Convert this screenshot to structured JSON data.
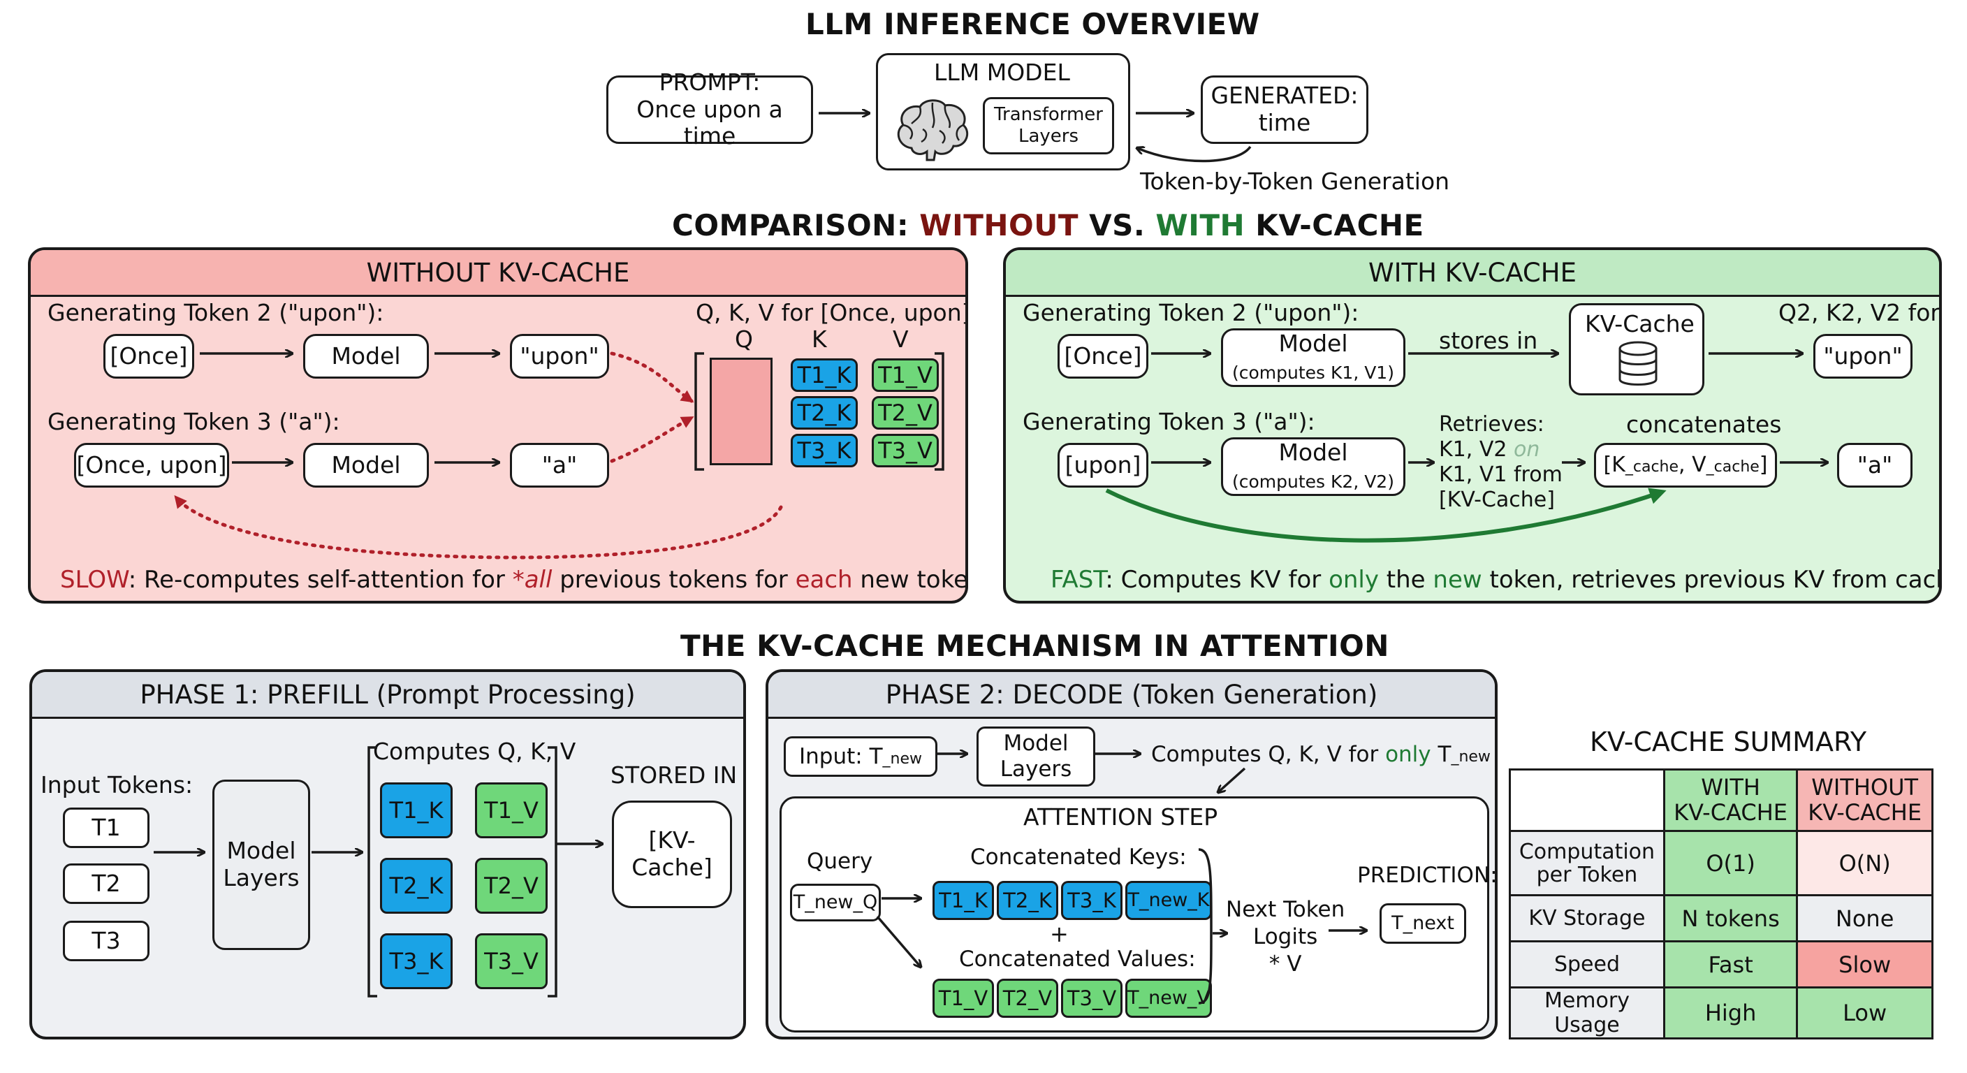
{
  "overview": {
    "title": "LLM INFERENCE OVERVIEW",
    "prompt_line1": "PROMPT:",
    "prompt_line2": "Once upon a time",
    "model_label": "LLM MODEL",
    "transformer_line1": "Transformer",
    "transformer_line2": "Layers",
    "generated_line1": "GENERATED:",
    "generated_line2": "time",
    "loop_label": "Token-by-Token Generation"
  },
  "comparison": {
    "title_prefix": "COMPARISON: ",
    "title_without": "WITHOUT",
    "title_vs": " VS. ",
    "title_with": "WITH",
    "title_suffix": " KV-CACHE",
    "without": {
      "header": "WITHOUT KV-CACHE",
      "gen2_label": "Generating Token 2 (\"upon\"):",
      "gen3_label": "Generating Token 3 (\"a\"):",
      "row1_input": "[Once]",
      "row1_model": "Model",
      "row1_output": "\"upon\"",
      "row2_input": "[Once, upon]",
      "row2_model": "Model",
      "row2_output": "\"a\"",
      "qkv_label": "Q, K, V for [Once, upon]",
      "col_q": "Q",
      "col_k": "K",
      "col_v": "V",
      "k_cells": [
        "T1_K",
        "T2_K",
        "T3_K"
      ],
      "v_cells": [
        "T1_V",
        "T2_V",
        "T3_V"
      ],
      "footer_slow": "SLOW",
      "footer_1": ": Re-computes self-attention for ",
      "footer_all": "*all",
      "footer_2": " previous tokens for ",
      "footer_each": "each",
      "footer_3": " new token!"
    },
    "with": {
      "header": "WITH KV-CACHE",
      "gen2_label": "Generating Token 2 (\"upon\"):",
      "gen3_label": "Generating Token 3 (\"a\"):",
      "row1_input": "[Once]",
      "row1_model": "Model",
      "row1_model_sub": "(computes K1, V1)",
      "stores_label": "stores in",
      "cache_label": "KV-Cache",
      "q2_label": "Q2, K2, V2 for",
      "row1_output": "\"upon\"",
      "row2_input": "[upon]",
      "row2_model": "Model",
      "row2_model_sub": "(computes K2, V2)",
      "retrieves_1": "Retrieves:",
      "retrieves_2": "K1, V2",
      "retrieves_on": " on",
      "retrieves_3": "K1, V1 from",
      "retrieves_4": "[KV-Cache]",
      "concat_label": "concatenates",
      "concat_box_a": "[K",
      "concat_box_sub1": "_cache",
      "concat_box_b": ", V",
      "concat_box_sub2": "_cache",
      "concat_box_c": "]",
      "row2_output": "\"a\"",
      "footer_fast": "FAST",
      "footer_1": ": Computes KV for ",
      "footer_only": "only",
      "footer_2": " the ",
      "footer_new": "new",
      "footer_3": " token, retrieves previous KV from cache!"
    }
  },
  "mechanism": {
    "title": "THE KV-CACHE MECHANISM IN ATTENTION",
    "prefill": {
      "header": "PHASE 1: PREFILL (Prompt Processing)",
      "input_label": "Input Tokens:",
      "tokens": [
        "T1",
        "T2",
        "T3"
      ],
      "model_line1": "Model",
      "model_line2": "Layers",
      "computes_label": "Computes Q, K, V",
      "k_cells": [
        "T1_K",
        "T2_K",
        "T3_K"
      ],
      "v_cells": [
        "T1_V",
        "T2_V",
        "T3_V"
      ],
      "stored_label": "STORED IN",
      "cache_line1": "[KV-",
      "cache_line2": "Cache]"
    },
    "decode": {
      "header": "PHASE 2: DECODE (Token Generation)",
      "input_a": "Input: T",
      "input_sub": "_new",
      "model_line1": "Model",
      "model_line2": "Layers",
      "computes_a": "Computes Q, K, V for ",
      "computes_only": "only",
      "computes_b": " T",
      "computes_sub": "_new",
      "attention_label": "ATTENTION STEP",
      "query_label": "Query",
      "query_box": "T_new_Q",
      "keys_label": "Concatenated Keys:",
      "keys": [
        "T1_K",
        "T2_K",
        "T3_K",
        "T_new_K"
      ],
      "plus": "+",
      "values_label": "Concatenated Values:",
      "values": [
        "T1_V",
        "T2_V",
        "T3_V",
        "T_new_V"
      ],
      "logits_line1": "Next Token",
      "logits_line2": "Logits",
      "logits_line3": "* V",
      "prediction_label": "PREDICTION:",
      "next_box": "T_next"
    }
  },
  "summary": {
    "title": "KV-CACHE SUMMARY",
    "header_with": [
      "WITH",
      "KV-CACHE"
    ],
    "header_without": [
      "WITHOUT",
      "KV-CACHE"
    ],
    "rows": [
      {
        "label": [
          "Computation",
          "per Token"
        ],
        "with": "O(1)",
        "without": "O(N)"
      },
      {
        "label": [
          "KV Storage"
        ],
        "with": "N tokens",
        "without": "None"
      },
      {
        "label": [
          "Speed"
        ],
        "with": "Fast",
        "without": "Slow"
      },
      {
        "label": [
          "Memory Usage"
        ],
        "with": "High",
        "without": "Low"
      }
    ]
  },
  "colors": {
    "without_panel": "#fbd6d4",
    "without_header": "#f7b3b0",
    "with_panel": "#dcf5dd",
    "with_header": "#bfeac3",
    "gray_panel": "#eef0f3",
    "gray_header": "#dde1e7",
    "key_blue": "#1aa3e6",
    "value_green": "#6fd77a",
    "slow_red": "#b0202a",
    "fast_green": "#1f7a33"
  },
  "icons": [
    "brain-icon",
    "database-icon",
    "arrow-icon",
    "dotted-arrow-icon",
    "curved-arrow-icon"
  ]
}
